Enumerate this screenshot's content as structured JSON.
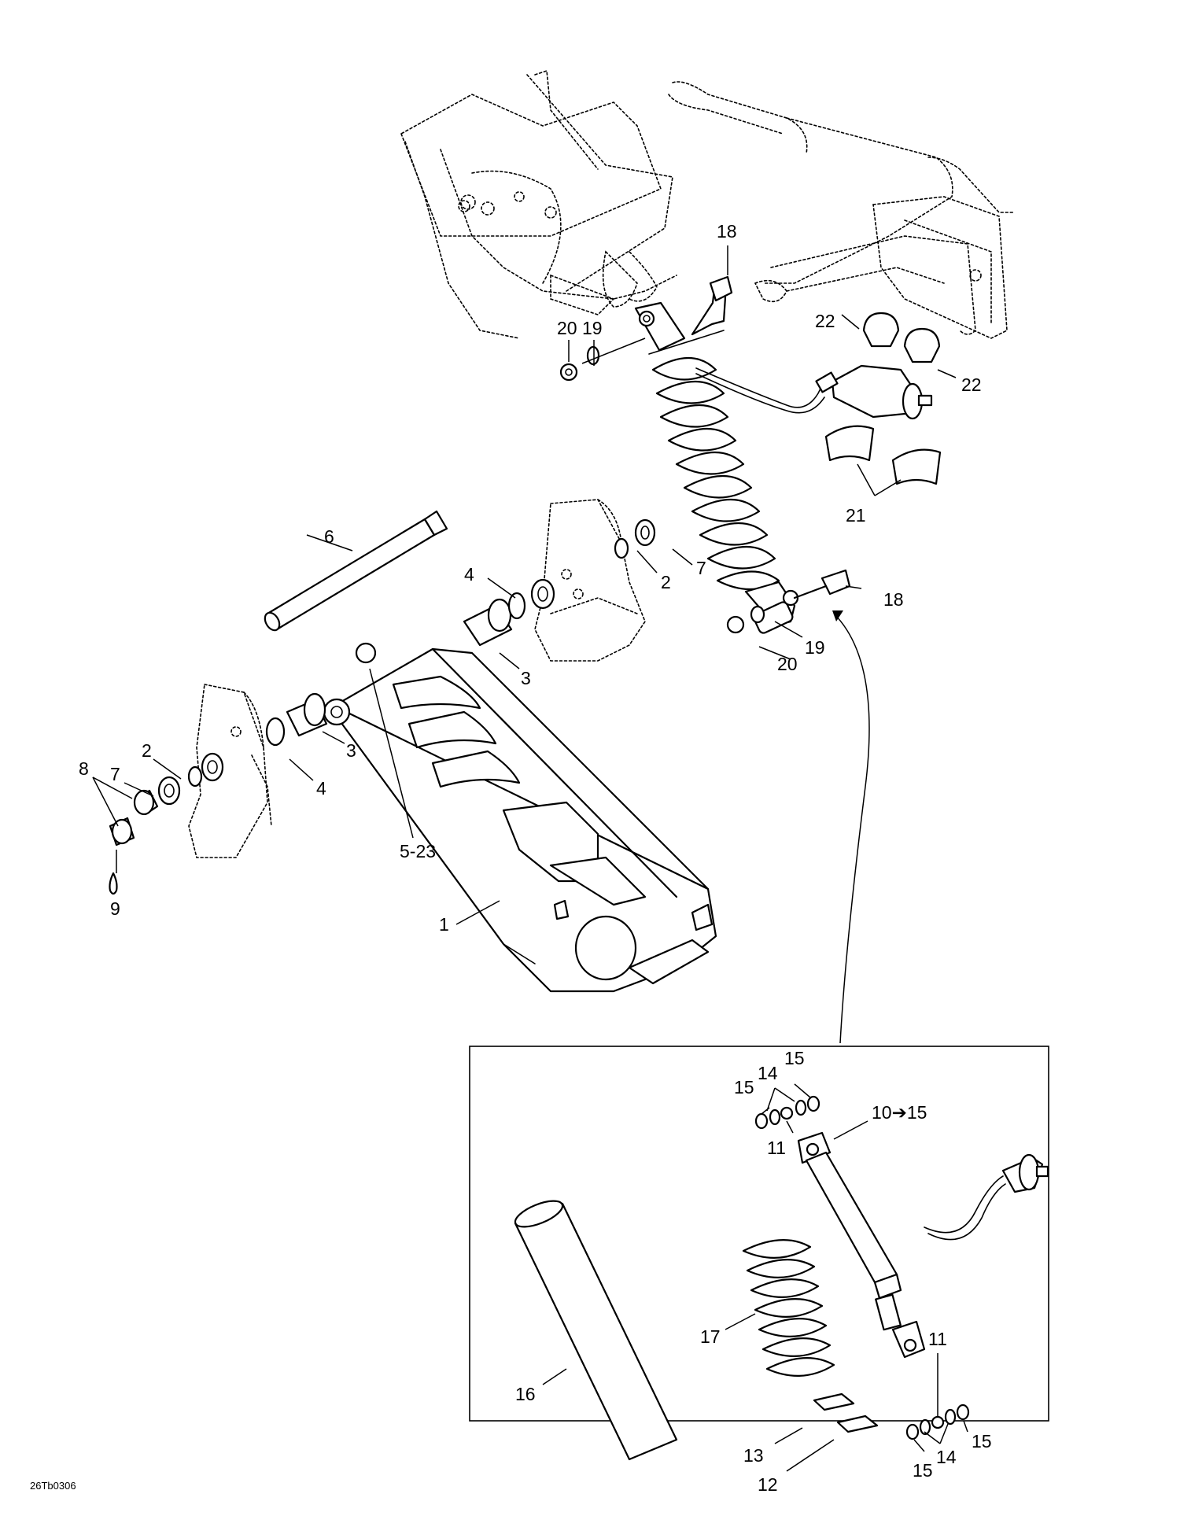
{
  "diagram": {
    "callouts": {
      "c18a": "18",
      "c19a": "19",
      "c20a": "20",
      "c22a": "22",
      "c22b": "22",
      "c21": "21",
      "c6": "6",
      "c4a": "4",
      "c2a": "2",
      "c7a": "7",
      "c18b": "18",
      "c19b": "19",
      "c20b": "20",
      "c3a": "3",
      "c3b": "3",
      "c4b": "4",
      "c2b": "2",
      "c7b": "7",
      "c8": "8",
      "c9": "9",
      "c523": "5-23",
      "c1": "1",
      "c15a": "15",
      "c14a": "14",
      "c15b": "15",
      "c11a": "11",
      "c1015": "10➔15",
      "c17": "17",
      "c16": "16",
      "c11b": "11",
      "c15c": "15",
      "c14b": "14",
      "c15d": "15",
      "c13": "13",
      "c12": "12"
    },
    "reference_code": "26Tb0306"
  }
}
